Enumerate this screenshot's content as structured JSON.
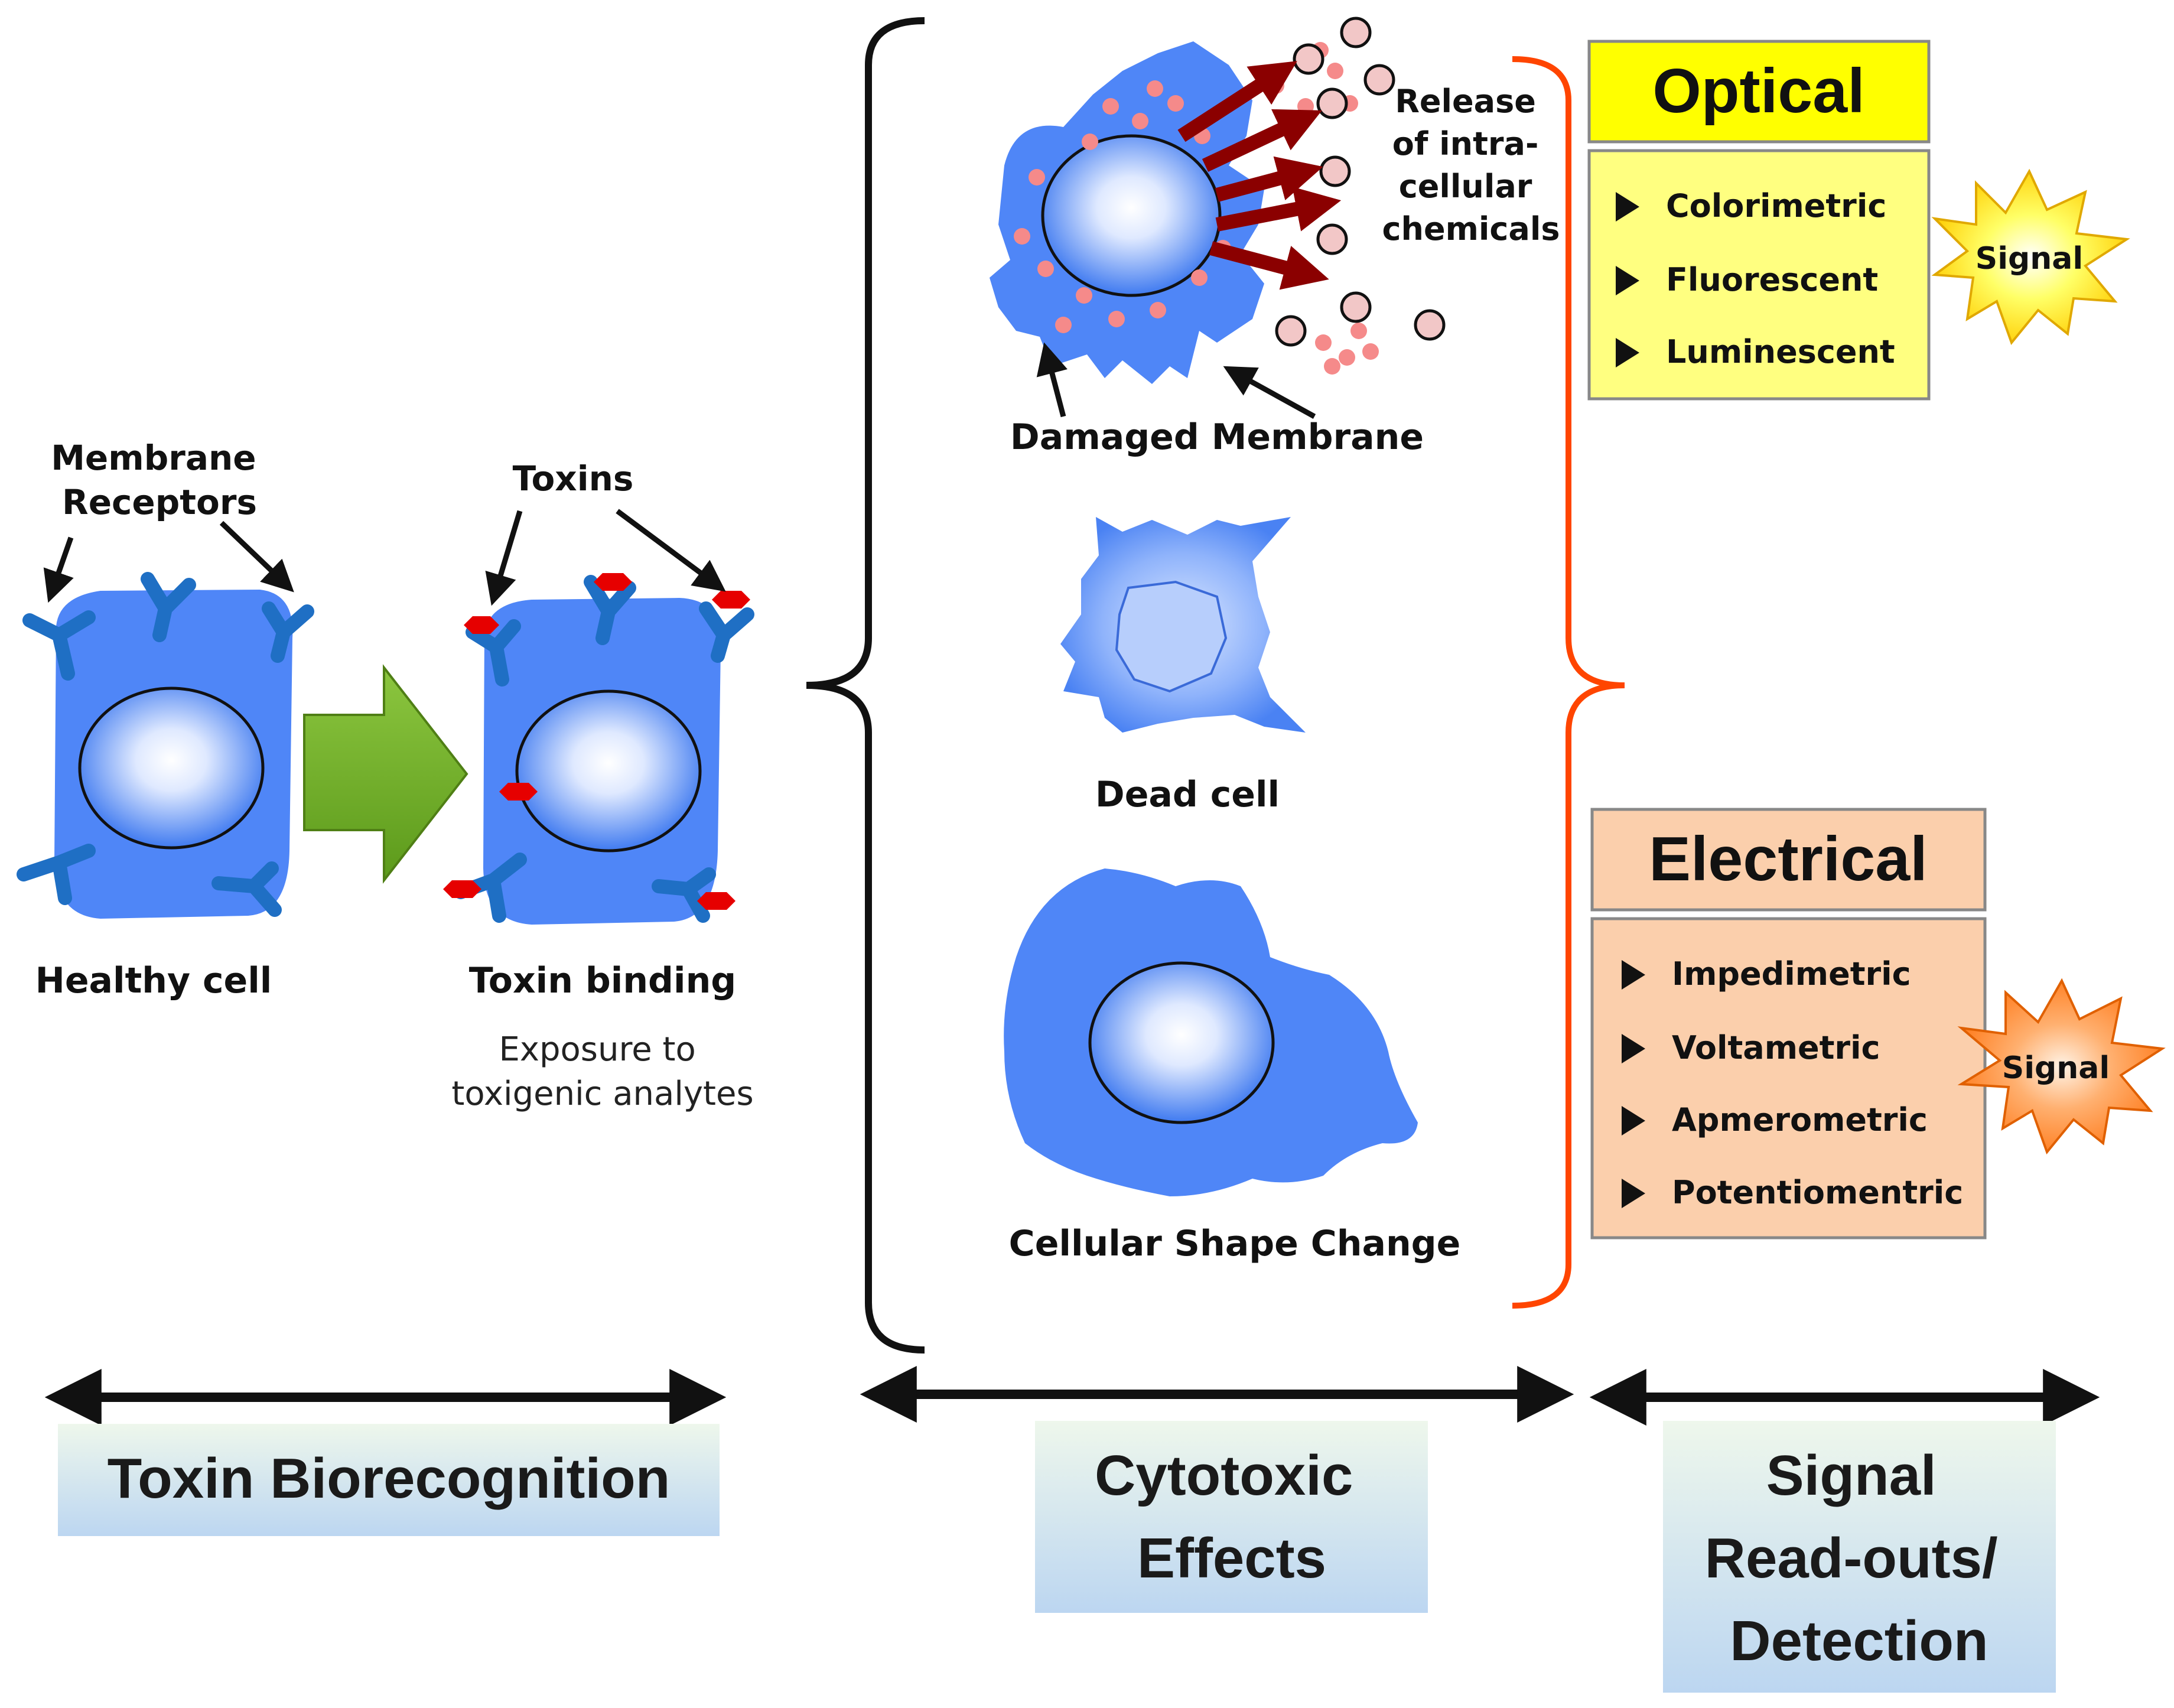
{
  "labels": {
    "membrane_receptors": [
      "Membrane",
      "Receptors"
    ],
    "toxins": "Toxins",
    "healthy_cell": "Healthy cell",
    "toxin_binding": "Toxin binding",
    "exposure": [
      "Exposure to",
      "toxigenic analytes"
    ],
    "release": [
      "Release",
      "of intra-",
      "cellular",
      "chemicals"
    ],
    "damaged_membrane": "Damaged Membrane",
    "dead_cell": "Dead cell",
    "cellular_shape_change": "Cellular Shape Change",
    "signal": "Signal"
  },
  "optical": {
    "title": "Optical",
    "items": [
      "Colorimetric",
      "Fluorescent",
      "Luminescent"
    ],
    "title_color": "#ffff00",
    "body_color": "#ffff80"
  },
  "electrical": {
    "title": "Electrical",
    "items": [
      "Impedimetric",
      "Voltametric",
      "Apmerometric",
      "Potentiomentric"
    ],
    "color": "#fbcfac"
  },
  "stages": {
    "toxin_biorecognition": "Toxin Biorecognition",
    "cytotoxic_effects": [
      "Cytotoxic",
      "Effects"
    ],
    "signal_readouts": [
      "Signal",
      "Read-outs/",
      "Detection"
    ]
  },
  "colors": {
    "cell": "#4f86f7",
    "toxin": "#e60000",
    "receptor": "#1f6fc4",
    "arrow_red": "#8b0000",
    "bracket_orange": "#ff4500",
    "process_arrow": "#7ab02e"
  }
}
